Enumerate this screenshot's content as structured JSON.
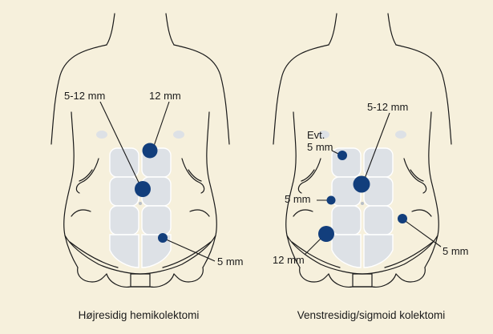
{
  "colors": {
    "background": "#f6f0dc",
    "port": "#123e7c",
    "muscle": "#dde1e6",
    "outline": "#1a1a1a"
  },
  "panels": [
    {
      "caption": "Højresidig hemikolektomi",
      "labels": {
        "a": "5-12 mm",
        "b": "12 mm",
        "c": "5 mm"
      }
    },
    {
      "caption": "Venstresidig/sigmoid kolektomi",
      "labels": {
        "a": "5-12 mm",
        "b1": "Evt.",
        "b2": "5 mm",
        "c": "5 mm",
        "d": "12 mm",
        "e": "5 mm"
      }
    }
  ]
}
